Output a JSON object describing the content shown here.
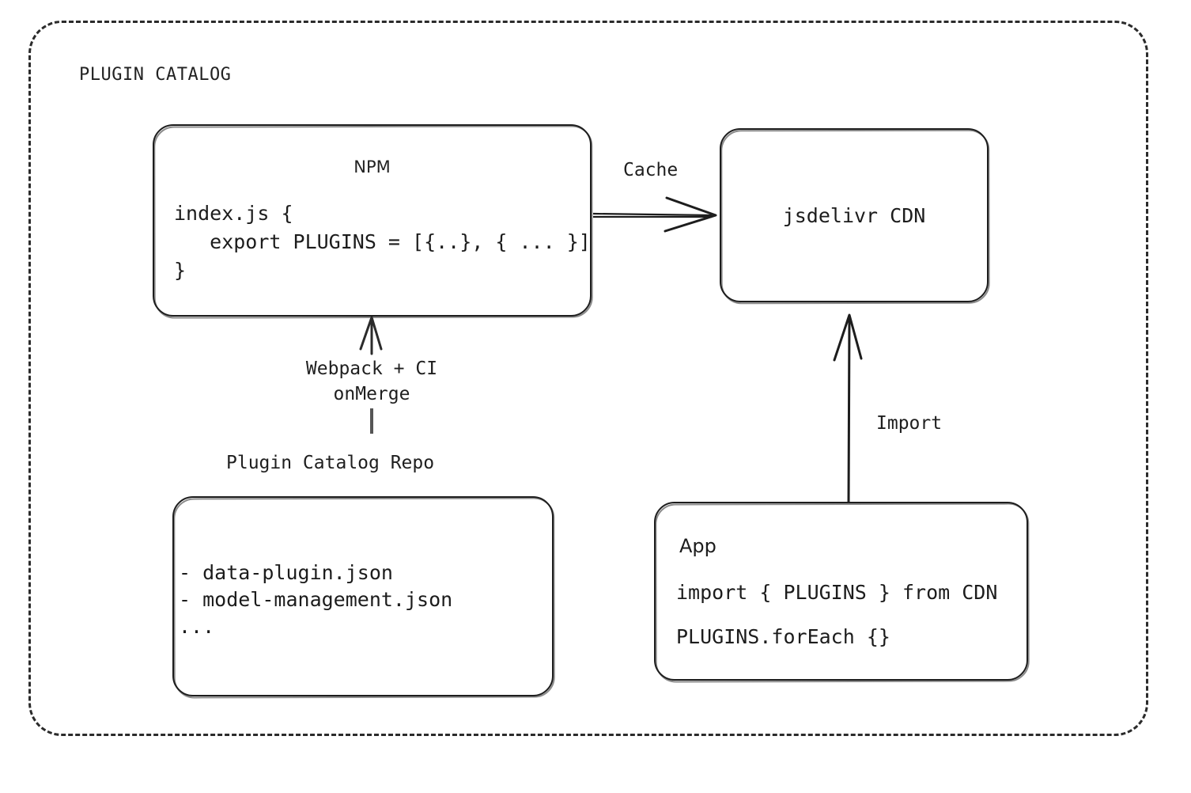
{
  "frame": {
    "title": "PLUGIN CATALOG",
    "style": "dashed-rounded-rect",
    "border_color": "#2b2b2b"
  },
  "palette": {
    "stroke": "#1d1d1d",
    "text": "#1c1c1c",
    "background": "#ffffff",
    "dashed_border": "#2b2b2b"
  },
  "nodes": {
    "npm": {
      "title": "NPM",
      "code": {
        "line1": "index.js {",
        "line2": "   export PLUGINS = [{..}, { ... }]",
        "line3": "}"
      }
    },
    "cdn": {
      "title": "jsdelivr CDN"
    },
    "repo": {
      "heading": "Plugin Catalog Repo",
      "files": [
        "- data-plugin.json",
        "- model-management.json",
        "..."
      ]
    },
    "app": {
      "title": "App",
      "code": {
        "line1": "import { PLUGINS } from CDN",
        "line2": "PLUGINS.forEach {}"
      }
    }
  },
  "edges": {
    "cache": {
      "label": "Cache",
      "from": "npm",
      "to": "cdn",
      "direction": "right"
    },
    "build": {
      "label_line1": "Webpack + CI",
      "label_line2": "onMerge",
      "from": "repo",
      "to": "npm",
      "direction": "up"
    },
    "import": {
      "label": "Import",
      "from": "app",
      "to": "cdn",
      "direction": "up"
    }
  }
}
